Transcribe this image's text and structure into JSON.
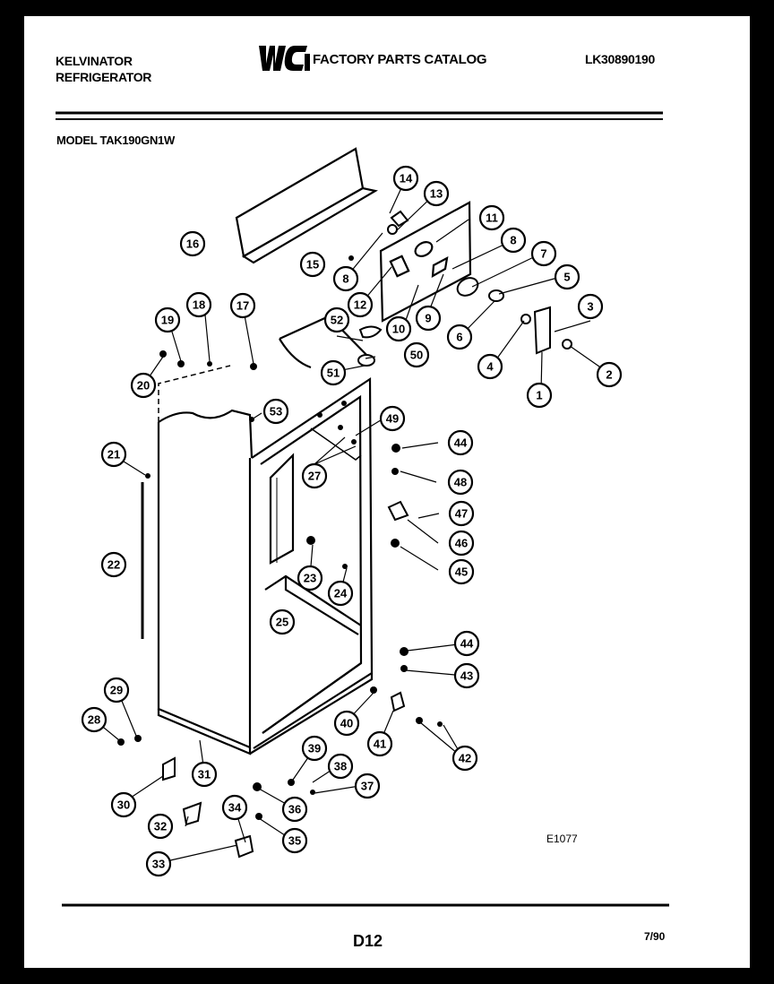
{
  "header": {
    "brand_line1": "KELVINATOR",
    "brand_line2": "REFRIGERATOR",
    "logo_text": "WCI",
    "catalog_title": "FACTORY PARTS CATALOG",
    "catalog_number": "LK30890190",
    "model_label": "MODEL TAK190GN1W"
  },
  "footer": {
    "diagram_ref": "E1077",
    "page_code": "D12",
    "date": "7/90"
  },
  "callouts": [
    {
      "id": "c1",
      "label": "1"
    },
    {
      "id": "c2",
      "label": "2"
    },
    {
      "id": "c3",
      "label": "3"
    },
    {
      "id": "c4",
      "label": "4"
    },
    {
      "id": "c5",
      "label": "5"
    },
    {
      "id": "c6",
      "label": "6"
    },
    {
      "id": "c7",
      "label": "7"
    },
    {
      "id": "c8a",
      "label": "8"
    },
    {
      "id": "c8b",
      "label": "8"
    },
    {
      "id": "c9",
      "label": "9"
    },
    {
      "id": "c10",
      "label": "10"
    },
    {
      "id": "c11",
      "label": "11"
    },
    {
      "id": "c12",
      "label": "12"
    },
    {
      "id": "c13",
      "label": "13"
    },
    {
      "id": "c14",
      "label": "14"
    },
    {
      "id": "c15",
      "label": "15"
    },
    {
      "id": "c16",
      "label": "16"
    },
    {
      "id": "c17",
      "label": "17"
    },
    {
      "id": "c18",
      "label": "18"
    },
    {
      "id": "c19",
      "label": "19"
    },
    {
      "id": "c20",
      "label": "20"
    },
    {
      "id": "c21",
      "label": "21"
    },
    {
      "id": "c22",
      "label": "22"
    },
    {
      "id": "c23",
      "label": "23"
    },
    {
      "id": "c24",
      "label": "24"
    },
    {
      "id": "c25",
      "label": "25"
    },
    {
      "id": "c27",
      "label": "27"
    },
    {
      "id": "c28",
      "label": "28"
    },
    {
      "id": "c29",
      "label": "29"
    },
    {
      "id": "c30",
      "label": "30"
    },
    {
      "id": "c31",
      "label": "31"
    },
    {
      "id": "c32",
      "label": "32"
    },
    {
      "id": "c33",
      "label": "33"
    },
    {
      "id": "c34",
      "label": "34"
    },
    {
      "id": "c35",
      "label": "35"
    },
    {
      "id": "c36",
      "label": "36"
    },
    {
      "id": "c37",
      "label": "37"
    },
    {
      "id": "c38",
      "label": "38"
    },
    {
      "id": "c39",
      "label": "39"
    },
    {
      "id": "c40",
      "label": "40"
    },
    {
      "id": "c41",
      "label": "41"
    },
    {
      "id": "c42",
      "label": "42"
    },
    {
      "id": "c43",
      "label": "43"
    },
    {
      "id": "c44a",
      "label": "44"
    },
    {
      "id": "c44b",
      "label": "44"
    },
    {
      "id": "c45",
      "label": "45"
    },
    {
      "id": "c46",
      "label": "46"
    },
    {
      "id": "c47",
      "label": "47"
    },
    {
      "id": "c48",
      "label": "48"
    },
    {
      "id": "c49",
      "label": "49"
    },
    {
      "id": "c50",
      "label": "50"
    },
    {
      "id": "c51",
      "label": "51"
    },
    {
      "id": "c52",
      "label": "52"
    },
    {
      "id": "c53",
      "label": "53"
    }
  ]
}
